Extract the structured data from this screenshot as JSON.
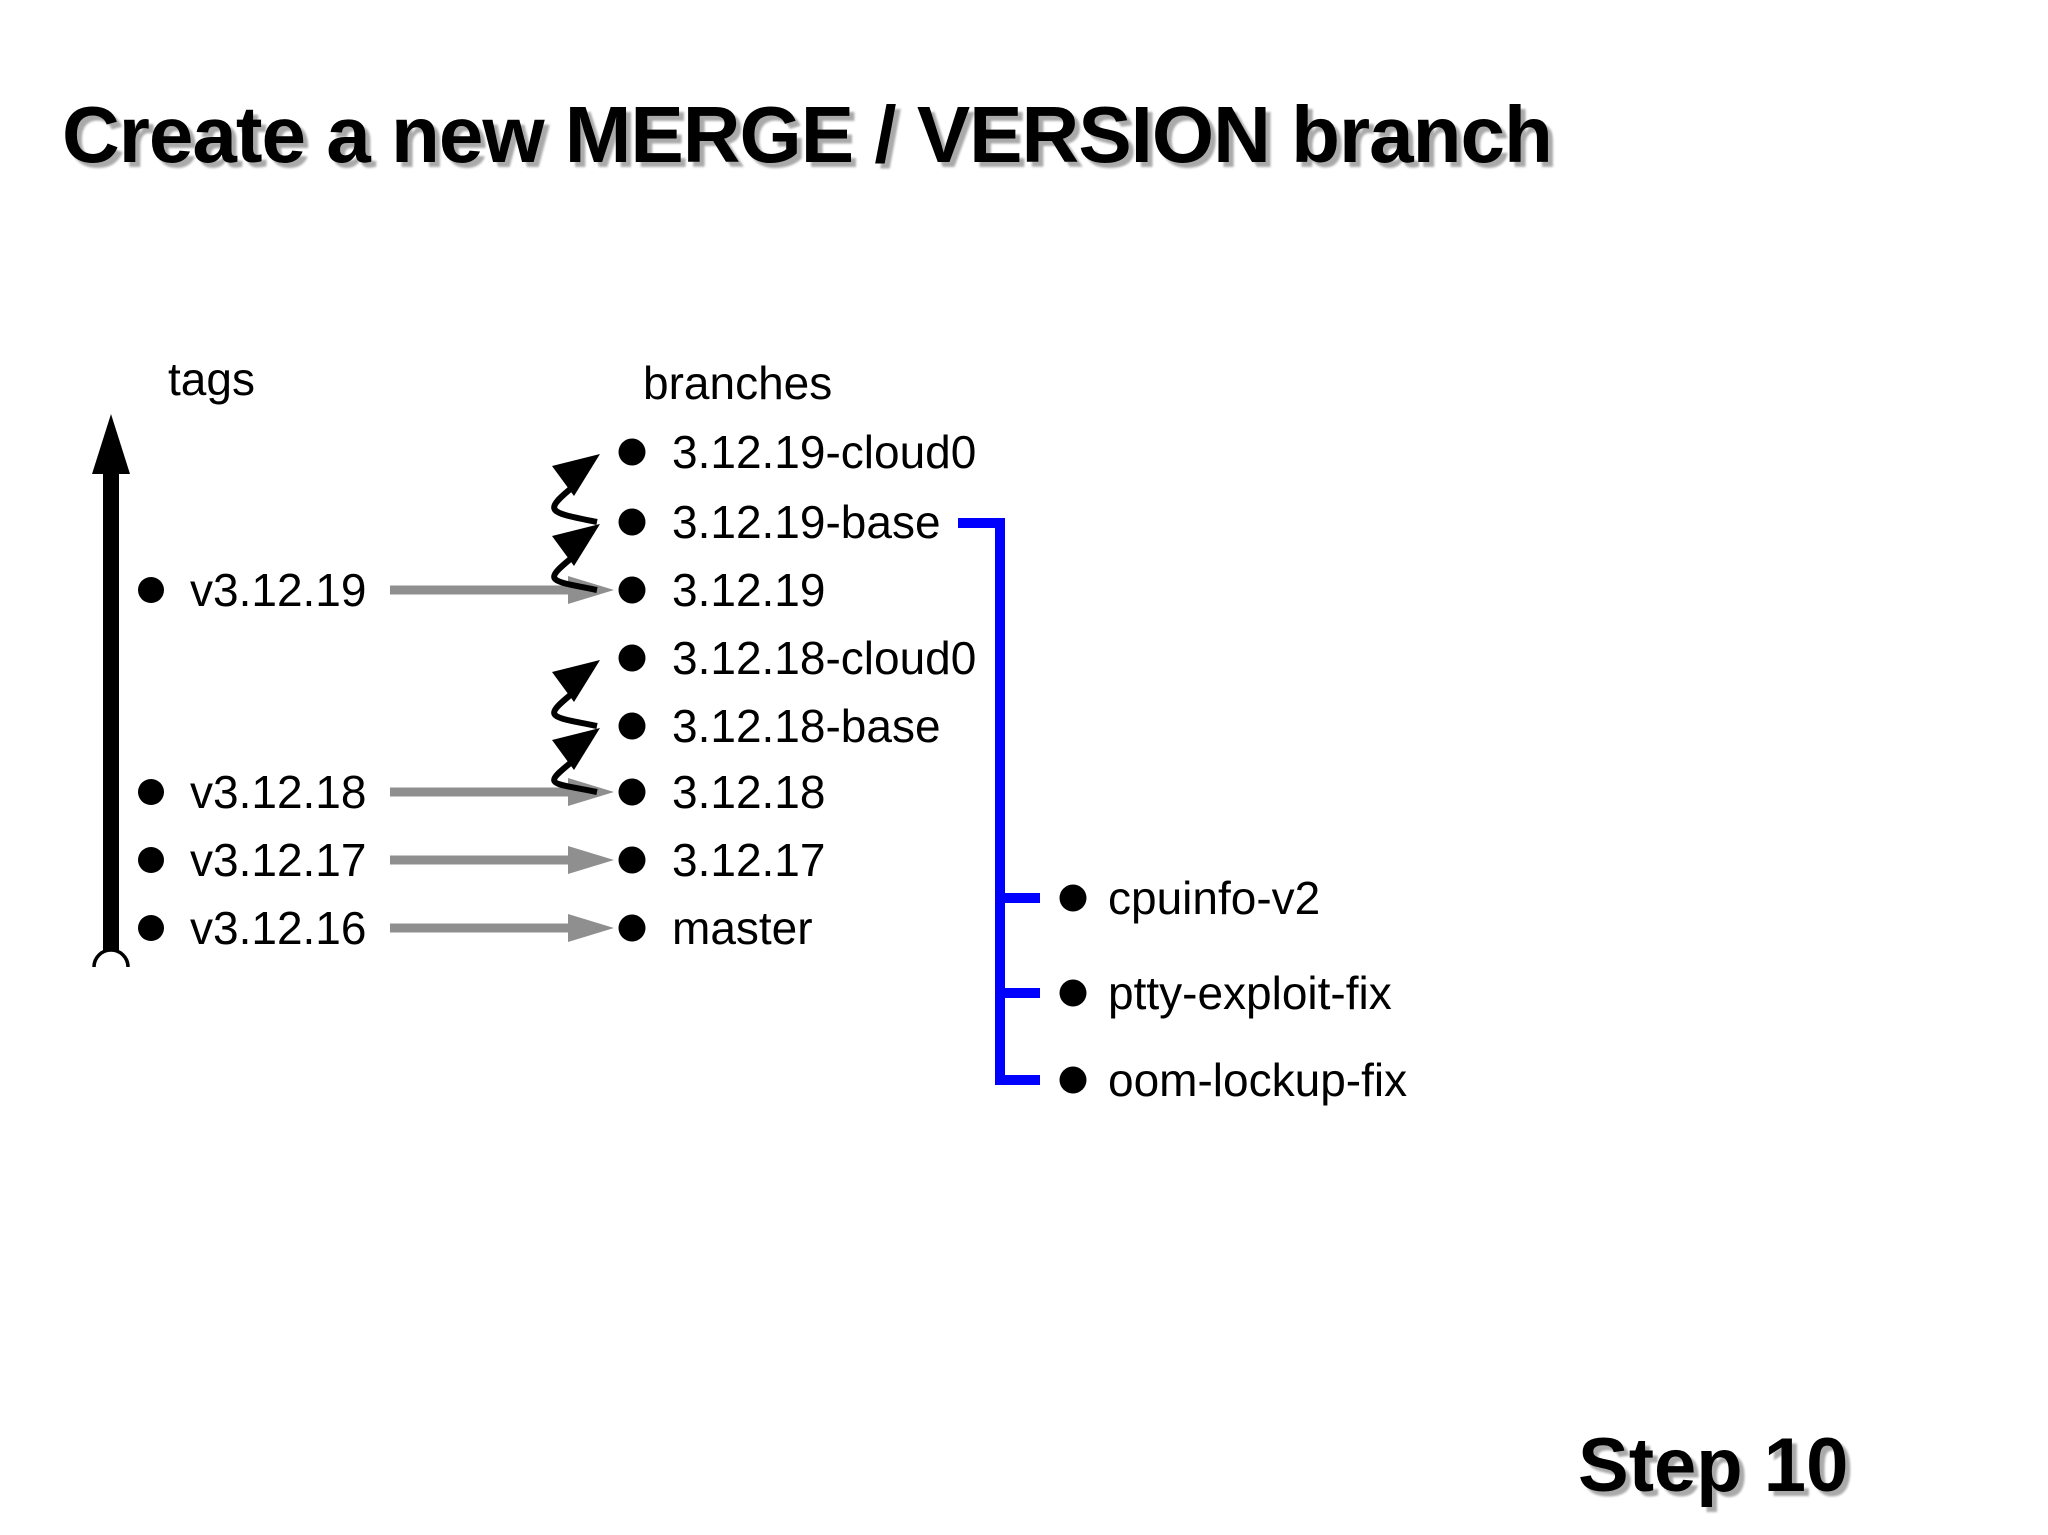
{
  "slide": {
    "title": "Create a new MERGE / VERSION branch",
    "step_label": "Step 10"
  },
  "diagram": {
    "tags_header": "tags",
    "branches_header": "branches",
    "tags": [
      "v3.12.19",
      "v3.12.18",
      "v3.12.17",
      "v3.12.16"
    ],
    "branches": [
      "3.12.19-cloud0",
      "3.12.19-base",
      "3.12.19",
      "3.12.18-cloud0",
      "3.12.18-base",
      "3.12.18",
      "3.12.17",
      "master"
    ],
    "feature_branches": [
      "cpuinfo-v2",
      "ptty-exploit-fix",
      "oom-lockup-fix"
    ],
    "colors": {
      "ink": "#000000",
      "arrow_gray": "#8f8f8f",
      "bracket_blue": "#0000ff",
      "background": "#ffffff"
    }
  }
}
